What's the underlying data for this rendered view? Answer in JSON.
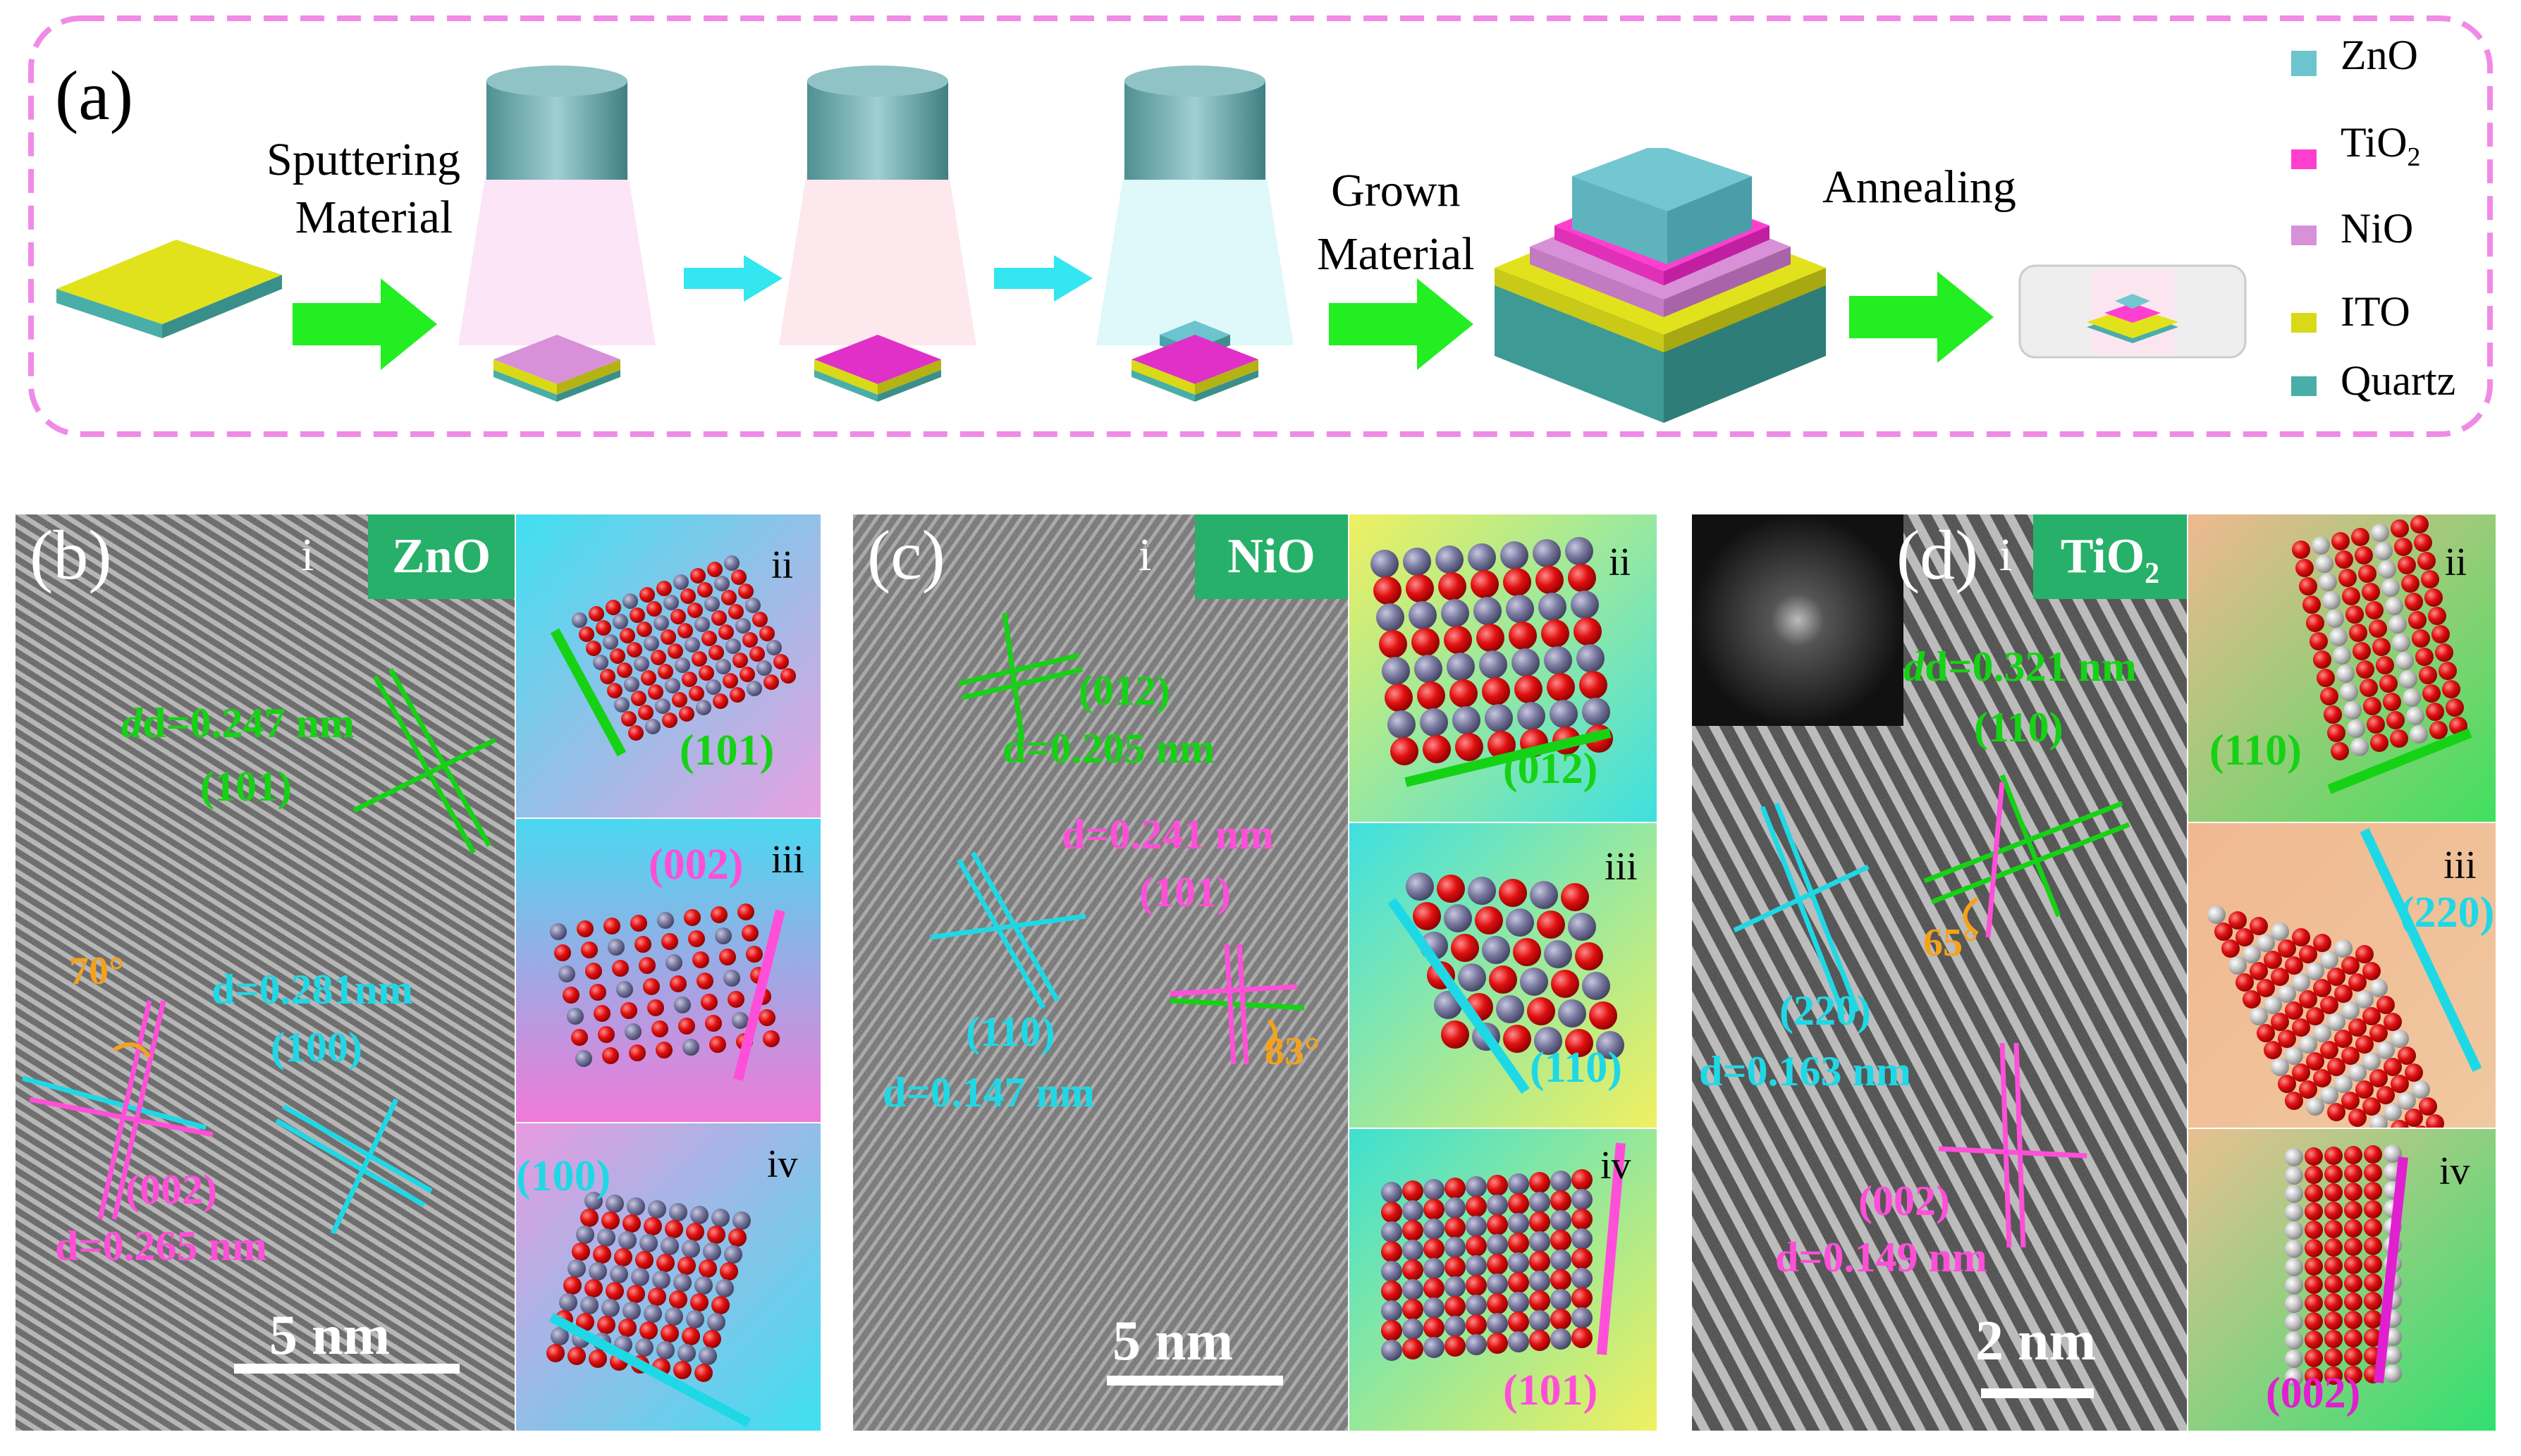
{
  "panel_a": {
    "label": "(a)",
    "sputtering": [
      "Sputtering",
      "Material"
    ],
    "grown": [
      "Grown",
      "Material"
    ],
    "annealing": "Annealing",
    "legend": [
      {
        "name": "ZnO",
        "color": "#6cc4cf"
      },
      {
        "name": "TiO",
        "sub": "2",
        "color": "#ff3fd0"
      },
      {
        "name": "NiO",
        "color": "#d890d8"
      },
      {
        "name": "ITO",
        "color": "#d9d917"
      },
      {
        "name": "Quartz",
        "color": "#4aaea8"
      }
    ]
  },
  "panel_b": {
    "label": "(b)",
    "index": "i",
    "badge": "ZnO",
    "d1": "d=0.247 nm",
    "p1": "(101)",
    "ang": "70°",
    "d2": "d=0.281nm",
    "p2": "(100)",
    "p3": "(002)",
    "d3": "d=0.265 nm",
    "scale": "5 nm",
    "ii": {
      "idx": "ii",
      "plane": "(101)"
    },
    "iii": {
      "idx": "iii",
      "plane": "(002)"
    },
    "iv": {
      "idx": "iv",
      "plane": "(100)"
    }
  },
  "panel_c": {
    "label": "(c)",
    "index": "i",
    "badge": "NiO",
    "p1": "(012)",
    "d1": "d=0.205 nm",
    "d2": "d=0.241 nm",
    "p2": "(101)",
    "p3": "(110)",
    "d3": "d=0.147 nm",
    "ang": "83°",
    "scale": "5 nm",
    "ii": {
      "idx": "ii",
      "plane": "(012)"
    },
    "iii": {
      "idx": "iii",
      "plane": "(110)"
    },
    "iv": {
      "idx": "iv",
      "plane": "(101)"
    }
  },
  "panel_d": {
    "label": "(d)",
    "index": "i",
    "badge": "TiO",
    "badge_sub": "2",
    "d1": "d=0.321 nm",
    "p1": "(110)",
    "ang": "65°",
    "p2": "(220)",
    "d2": "d=0.163 nm",
    "p3": "(002)",
    "d3": "d=0.149 nm",
    "scale": "2 nm",
    "ii": {
      "idx": "ii",
      "plane": "(110)"
    },
    "iii": {
      "idx": "iii",
      "plane": "(220)"
    },
    "iv": {
      "idx": "iv",
      "plane": "(002)"
    }
  },
  "colors": {
    "green": "#15d215",
    "cyan": "#1fd8e6",
    "magenta": "#ff4fd8",
    "orange": "#f5a21b",
    "arrow_green": "#22ee22",
    "arrow_cyan": "#33e6f0",
    "frame": "#f08ae6"
  }
}
